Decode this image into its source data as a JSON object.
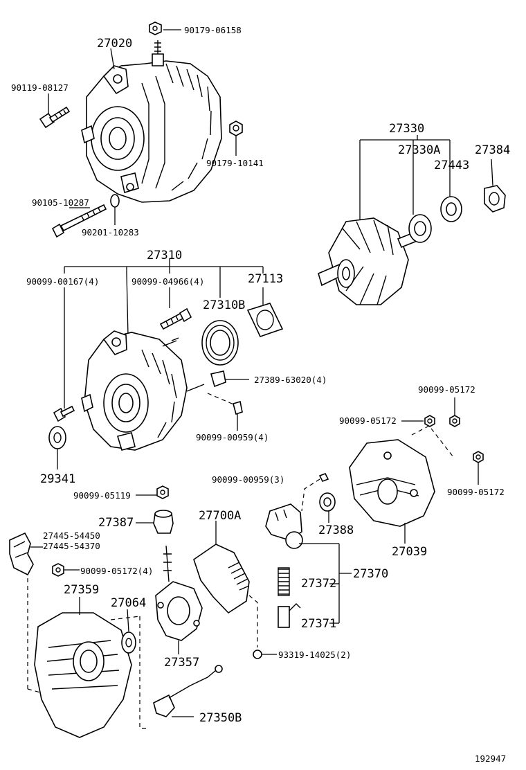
{
  "diagram_id": "192947",
  "labels": {
    "p27020": "27020",
    "p90179_06158": "90179-06158",
    "p90119_08127": "90119-08127",
    "p90179_10141": "90179-10141",
    "p90105_10287": "90105-10287",
    "p90201_10283": "90201-10283",
    "p27330": "27330",
    "p27330A": "27330A",
    "p27384": "27384",
    "p27443": "27443",
    "p27310": "27310",
    "p90099_00167": "90099-00167(4)",
    "p90099_04966": "90099-04966(4)",
    "p27113": "27113",
    "p27310B": "27310B",
    "p27389_63020": "27389-63020(4)",
    "p90099_05172_a": "90099-05172",
    "p90099_05172_b": "90099-05172",
    "p90099_05172_c": "90099-05172",
    "p90099_00959_4": "90099-00959(4)",
    "p29341": "29341",
    "p90099_00959_3": "90099-00959(3)",
    "p90099_05119": "90099-05119",
    "p27387": "27387",
    "p27700A": "27700A",
    "p27388": "27388",
    "p27039": "27039",
    "p27445_54450": "27445-54450",
    "p27445_54370": "27445-54370",
    "p90099_05172_4": "90099-05172(4)",
    "p27370": "27370",
    "p27372": "27372",
    "p27359": "27359",
    "p27064": "27064",
    "p27371": "27371",
    "p27357": "27357",
    "p93319_14025": "93319-14025(2)",
    "p27350B": "27350B"
  }
}
